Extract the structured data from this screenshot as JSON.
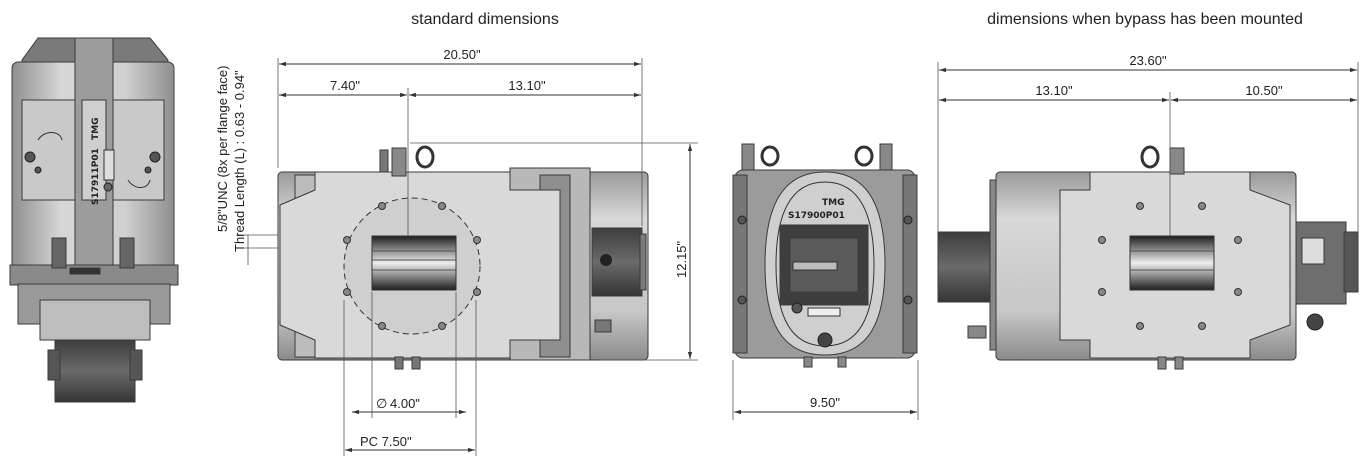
{
  "headings": {
    "standard": "standard dimensions",
    "bypass": "dimensions when bypass has been mounted"
  },
  "dimensions": {
    "overall_length": "20.50\"",
    "inlet_offset": "7.40\"",
    "outlet_offset": "13.10\"",
    "height": "12.15\"",
    "bore_diameter": "4.00\"",
    "pitch_circle": "PC 7.50\"",
    "end_width": "9.50\"",
    "bypass_overall_length": "23.60\"",
    "bypass_left_offset": "13.10\"",
    "bypass_right_offset": "10.50\""
  },
  "thread_note": {
    "line1": "5/8\"UNC (8x per flange face)",
    "line2": "Thread Length (L) : 0.63 - 0.94\""
  },
  "symbols": {
    "diameter": "∅"
  },
  "markings": {
    "brand": "TMG",
    "serial_top": "S17911P01",
    "serial_end": "S17900P01"
  },
  "colors": {
    "casting_light": "#d4d4d4",
    "casting_mid": "#a9a9a9",
    "casting_dark": "#6b6b6b",
    "motor_dark": "#4a4a4a",
    "line": "#333333"
  }
}
